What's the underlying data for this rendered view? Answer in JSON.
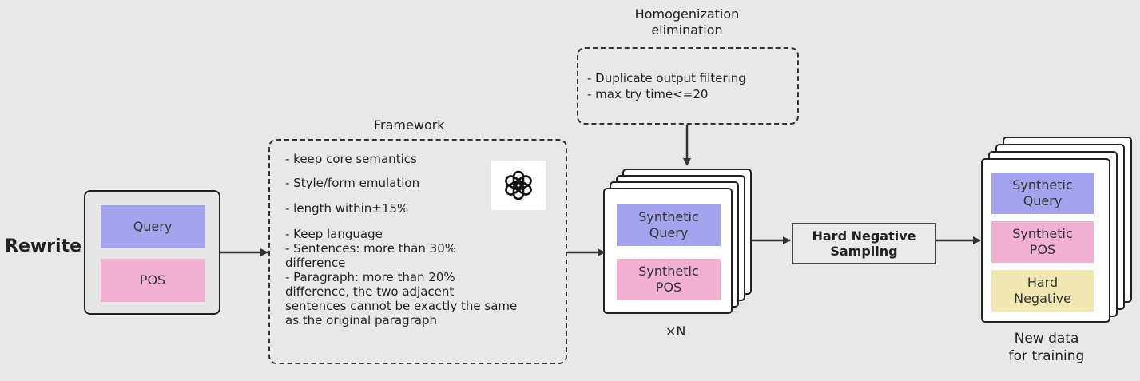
{
  "rewrite_label": "Rewrite",
  "input_box": {
    "query": "Query",
    "pos": "POS"
  },
  "framework": {
    "title": "Framework",
    "lines": [
      "- keep core semantics",
      "- Style/form emulation",
      "- length within±15%",
      "- Keep language",
      "- Sentences: more than 30%",
      "difference",
      "- Paragraph: more than 20%",
      "difference, the two adjacent",
      "sentences cannot be exactly the same",
      "as the original paragraph"
    ]
  },
  "homogenization": {
    "title_line1": "Homogenization",
    "title_line2": "elimination",
    "lines": [
      "- Duplicate output filtering",
      "- max try time<=20"
    ]
  },
  "synthetic_stack": {
    "query_line1": "Synthetic",
    "query_line2": "Query",
    "pos_line1": "Synthetic",
    "pos_line2": "POS",
    "multiplier": "×N"
  },
  "hard_negative_box": {
    "line1": "Hard Negative",
    "line2": "Sampling"
  },
  "output_stack": {
    "query_line1": "Synthetic",
    "query_line2": "Query",
    "pos_line1": "Synthetic",
    "pos_line2": "POS",
    "neg_line1": "Hard",
    "neg_line2": "Negative",
    "caption_line1": "New data",
    "caption_line2": "for training"
  }
}
